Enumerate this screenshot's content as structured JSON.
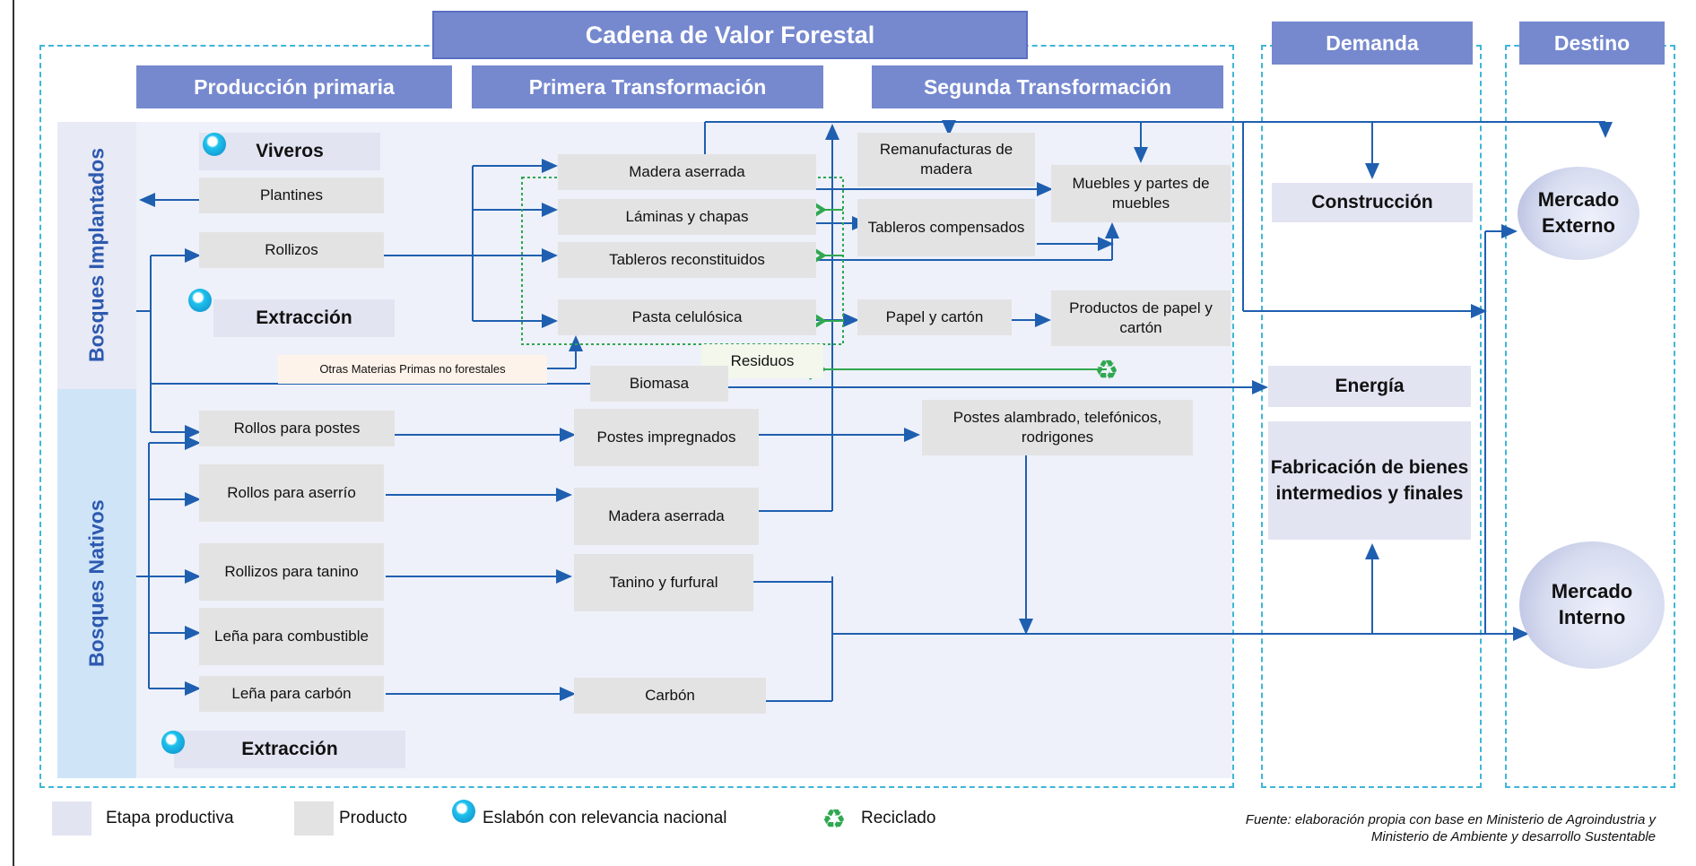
{
  "title": "Cadena de Valor Forestal",
  "headers": {
    "primaria": "Producción primaria",
    "primera": "Primera Transformación",
    "segunda": "Segunda Transformación",
    "demanda": "Demanda",
    "destino": "Destino"
  },
  "sides": {
    "implantados": "Bosques Implantados",
    "nativos": "Bosques Nativos"
  },
  "stages": {
    "viveros": "Viveros",
    "extraccion1": "Extracción",
    "extraccion2": "Extracción"
  },
  "primary": {
    "plantines": "Plantines",
    "rollizos": "Rollizos",
    "otras": "Otras Materias Primas no forestales",
    "rollos_postes": "Rollos para postes",
    "rollos_aserrio": "Rollos para aserrío",
    "rollizos_tanino": "Rollizos para tanino",
    "lena_combustible": "Leña para combustible",
    "lena_carbon": "Leña para carbón"
  },
  "first": {
    "madera_aserrada": "Madera aserrada",
    "laminas": "Láminas y chapas",
    "tableros_rec": "Tableros reconstituidos",
    "pasta": "Pasta  celulósica",
    "residuos": "Residuos",
    "biomasa": "Biomasa",
    "postes_impregnados": "Postes impregnados",
    "madera_aserrada2": "Madera aserrada",
    "tanino": "Tanino y furfural",
    "carbon": "Carbón"
  },
  "second": {
    "remanufacturas": "Remanufacturas de madera",
    "tableros_comp": "Tableros compensados",
    "muebles": "Muebles y partes de muebles",
    "papel": "Papel y cartón",
    "productos_papel": "Productos de papel y cartón",
    "postes_alambrado": "Postes alambrado, telefónicos, rodrigones"
  },
  "demand": {
    "construccion": "Construcción",
    "energia": "Energía",
    "fabricacion": "Fabricación de bienes intermedios y finales"
  },
  "destination": {
    "externo": "Mercado Externo",
    "interno": "Mercado Interno"
  },
  "legend": {
    "etapa": "Etapa productiva",
    "producto": "Producto",
    "eslabon": "Eslabón con relevancia nacional",
    "reciclado": "Reciclado"
  },
  "source": {
    "line1": "Fuente: elaboración propia con base en  Ministerio de Agroindustria y",
    "line2": "Ministerio de Ambiente y desarrollo Sustentable"
  },
  "icons": {
    "recycle": "♻"
  },
  "colors": {
    "header": "#7689cf",
    "arrow": "#1f5fb0",
    "recycle": "#2fa84f",
    "dashed": "#3fb6d8"
  }
}
